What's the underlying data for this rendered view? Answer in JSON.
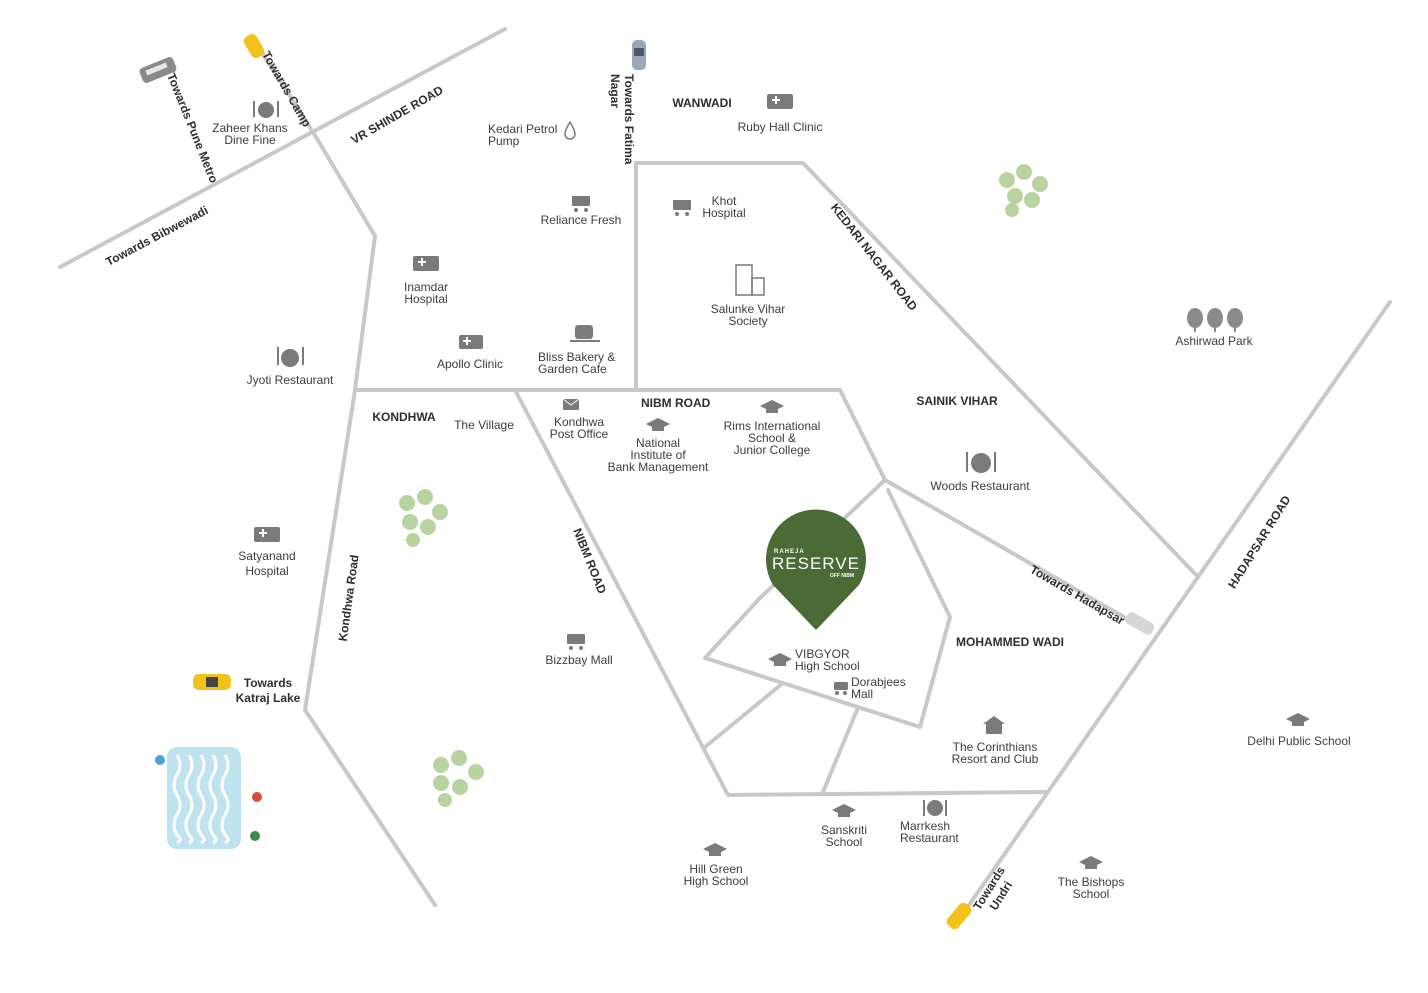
{
  "roads": {
    "vr_shinde": "VR SHINDE ROAD",
    "towards_bibwewadi": "Towards Bibwewadi",
    "towards_pune_metro": "Towards Pune Metro",
    "towards_camp": "Towards Camp",
    "towards_fatima_nagar": "Towards Fatima Nagar",
    "kedari_nagar": "KEDARI NAGAR ROAD",
    "nibm_road_h": "NIBM ROAD",
    "nibm_road_d": "NIBM ROAD",
    "kondhwa_road": "Kondhwa Road",
    "towards_hadapsar": "Towards Hadapsar",
    "hadapsar_road": "HADAPSAR ROAD",
    "towards_undri": "Towards Undri",
    "towards_katraj": "Towards\nKatraj Lake"
  },
  "areas": {
    "wanwadi": "WANWADI",
    "kondhwa": "KONDHWA",
    "sainik_vihar": "SAINIK VIHAR",
    "mohammed_wadi": "MOHAMMED WADI"
  },
  "places": {
    "zaheer": "Zaheer Khans\nDine Fine",
    "kedari_pump": "Kedari Petrol\nPump",
    "ruby_hall": "Ruby Hall Clinic",
    "reliance": "Reliance Fresh",
    "khot": "Khot\nHospital",
    "inamdar": "Inamdar\nHospital",
    "salunke": "Salunke Vihar\nSociety",
    "ashirwad": "Ashirwad Park",
    "jyoti": "Jyoti Restaurant",
    "apollo": "Apollo Clinic",
    "bliss": "Bliss Bakery &\nGarden Cafe",
    "the_village": "The Village",
    "kondhwa_po": "Kondhwa\nPost Office",
    "nibm_inst": "National\nInstitute of\nBank Management",
    "rims": "Rims International\nSchool &\nJunior College",
    "woods": "Woods Restaurant",
    "satyanand": "Satyanand\nHospital",
    "bizzbay": "Bizzbay Mall",
    "vibgyor": "VIBGYOR\nHigh School",
    "dorabjees": "Dorabjees\nMall",
    "corinthians": "The Corinthians\nResort and Club",
    "delhi_ps": "Delhi Public School",
    "sanskriti": "Sanskriti\nSchool",
    "marrkesh": "Marrkesh\nRestaurant",
    "hill_green": "Hill Green\nHigh School",
    "bishops": "The Bishops\nSchool"
  },
  "pin": {
    "brand_top": "RAHEJA",
    "brand_main": "RESERVE",
    "brand_sub": "OFF NIBM",
    "color": "#4a6b35"
  },
  "colors": {
    "road": "#c8c8c8",
    "icon": "#7a7a7a",
    "taxi": "#f2c21a",
    "water": "#bfe3ee",
    "trees": "#b9d3a0"
  }
}
